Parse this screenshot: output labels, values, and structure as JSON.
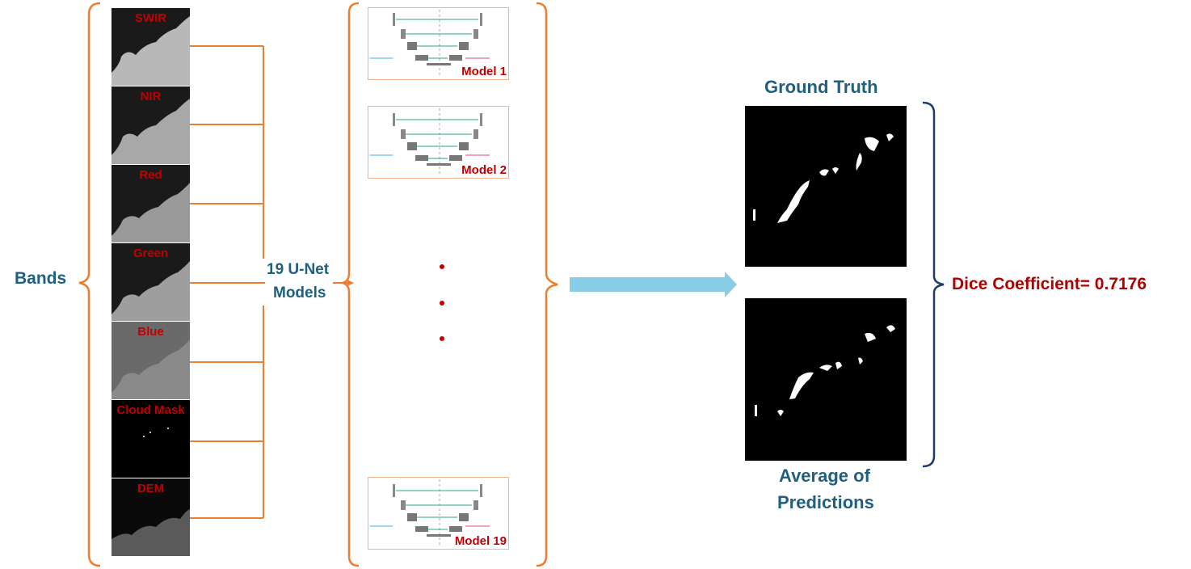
{
  "bands_label": "Bands",
  "bands": [
    {
      "name": "SWIR",
      "tone": "#b8b8b8"
    },
    {
      "name": "NIR",
      "tone": "#a8a8a8"
    },
    {
      "name": "Red",
      "tone": "#9a9a9a"
    },
    {
      "name": "Green",
      "tone": "#9e9e9e"
    },
    {
      "name": "Blue",
      "tone": "#8a8a8a"
    },
    {
      "name": "Cloud Mask",
      "tone": "#000000"
    },
    {
      "name": "DEM",
      "tone": "#6a6a6a"
    }
  ],
  "unet_label_line1": "19 U-Net",
  "unet_label_line2": "Models",
  "models": [
    {
      "name": "Model 1"
    },
    {
      "name": "Model 2"
    },
    {
      "name": "Model 19"
    }
  ],
  "ground_truth_label": "Ground Truth",
  "prediction_label_line1": "Average of",
  "prediction_label_line2": "Predictions",
  "dice_label": "Dice Coefficient= 0.7176",
  "colors": {
    "bracket_orange": "#ed7d31",
    "arrow_blue": "#87cde6",
    "bracket_navy": "#1f3a6e",
    "title_blue": "#1f5f7f",
    "label_red": "#b00000"
  }
}
